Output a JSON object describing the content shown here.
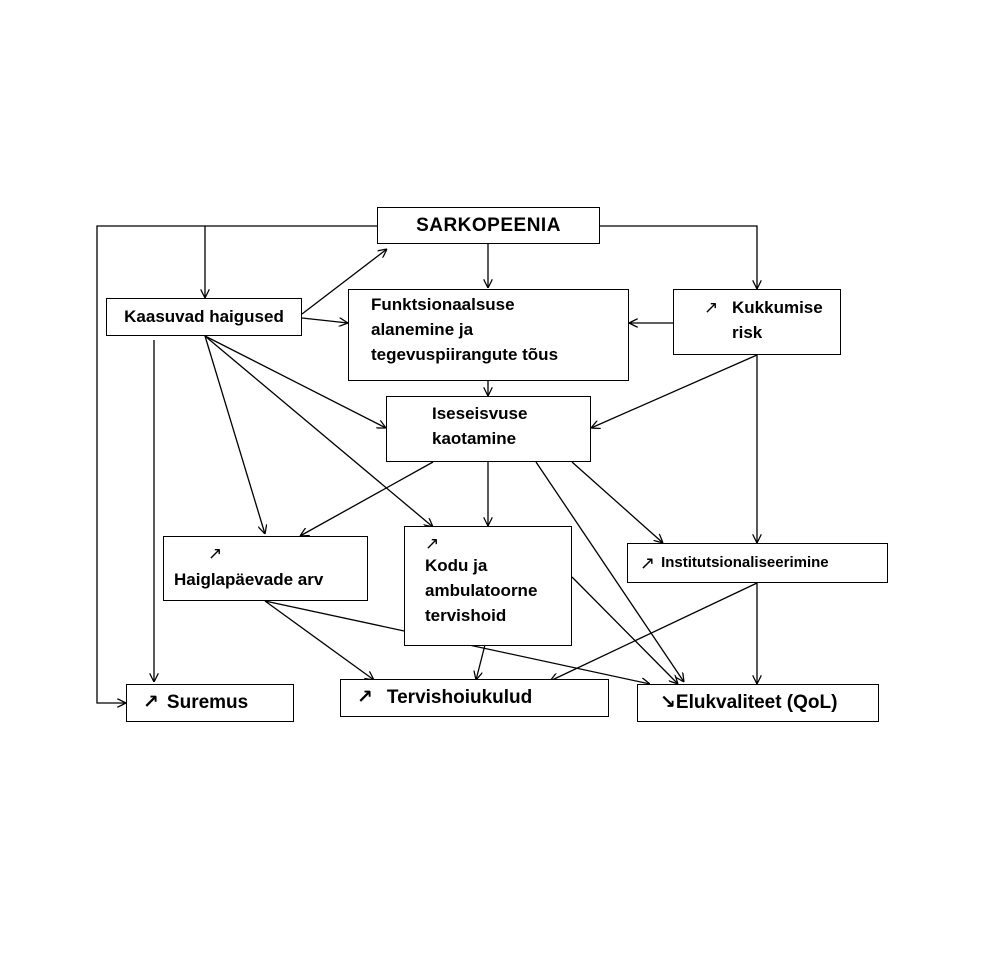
{
  "diagram": {
    "nodes": {
      "sarkopeenia": {
        "label": "SARKOPEENIA"
      },
      "kaasuvad_haigused": {
        "label": "Kaasuvad haigused"
      },
      "funktsionaalsus": {
        "lines": [
          "Funktsionaalsuse",
          "alanemine ja",
          "tegevuspiirangute tõus"
        ]
      },
      "kukkumise_risk": {
        "arrow": "↗",
        "lines": [
          "Kukkumise",
          "risk"
        ]
      },
      "iseseisvus": {
        "lines": [
          "Iseseisvuse",
          "kaotamine"
        ]
      },
      "haiglapaevad": {
        "arrow": "↗",
        "label": "Haiglapäevade arv"
      },
      "kodu_hoid": {
        "arrow": "↗",
        "lines": [
          "Kodu ja",
          "ambulatoorne",
          "tervishoid"
        ]
      },
      "institutsionaliseerimine": {
        "arrow": "↗",
        "label": "Institutsionaliseerimine"
      },
      "suremus": {
        "arrow": "↗",
        "label": "Suremus"
      },
      "tervishoiukulud": {
        "arrow": "↗",
        "label": "Tervishoiukulud"
      },
      "elukvaliteet": {
        "arrow": "↘",
        "label": "Elukvaliteet (QoL)"
      }
    },
    "edges": [
      [
        "sarkopeenia",
        "kaasuvad_haigused"
      ],
      [
        "sarkopeenia",
        "funktsionaalsus"
      ],
      [
        "sarkopeenia",
        "kukkumise_risk"
      ],
      [
        "sarkopeenia",
        "suremus"
      ],
      [
        "kaasuvad_haigused",
        "sarkopeenia"
      ],
      [
        "kaasuvad_haigused",
        "funktsionaalsus"
      ],
      [
        "kaasuvad_haigused",
        "suremus"
      ],
      [
        "kaasuvad_haigused",
        "iseseisvus"
      ],
      [
        "kaasuvad_haigused",
        "haiglapaevad"
      ],
      [
        "kaasuvad_haigused",
        "kodu_hoid"
      ],
      [
        "kukkumise_risk",
        "funktsionaalsus"
      ],
      [
        "kukkumise_risk",
        "iseseisvus"
      ],
      [
        "kukkumise_risk",
        "institutsionaliseerimine"
      ],
      [
        "funktsionaalsus",
        "iseseisvus"
      ],
      [
        "iseseisvus",
        "haiglapaevad"
      ],
      [
        "iseseisvus",
        "kodu_hoid"
      ],
      [
        "iseseisvus",
        "institutsionaliseerimine"
      ],
      [
        "iseseisvus",
        "elukvaliteet"
      ],
      [
        "haiglapaevad",
        "tervishoiukulud"
      ],
      [
        "haiglapaevad",
        "elukvaliteet"
      ],
      [
        "kodu_hoid",
        "tervishoiukulud"
      ],
      [
        "kodu_hoid",
        "elukvaliteet"
      ],
      [
        "institutsionaliseerimine",
        "tervishoiukulud"
      ],
      [
        "institutsionaliseerimine",
        "elukvaliteet"
      ]
    ]
  }
}
